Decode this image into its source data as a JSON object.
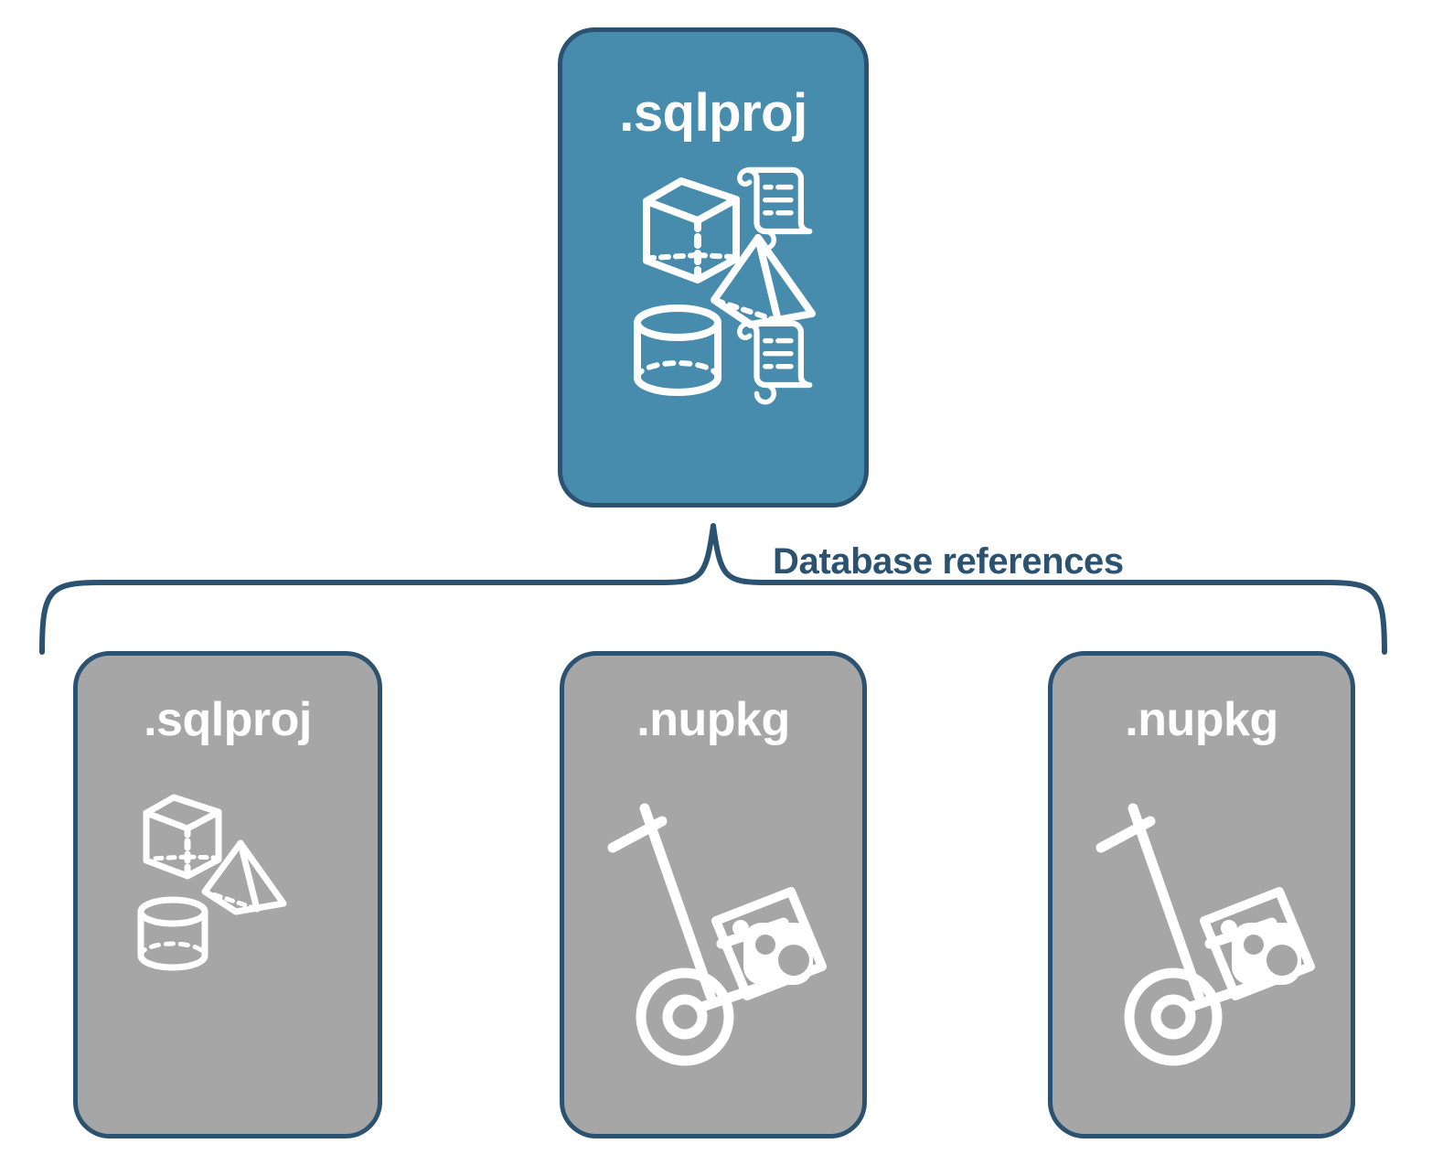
{
  "diagram": {
    "title_text": "Database references",
    "colors": {
      "blue_fill": "#488cad",
      "gray_fill": "#a6a6a6",
      "border": "#2b5270",
      "label_text": "#2b5270",
      "icon_stroke": "#ffffff",
      "background": "#ffffff"
    },
    "root": {
      "label": ".sqlproj",
      "fill": "blue",
      "icons": [
        "cube-icon",
        "scroll-icon",
        "pyramid-icon",
        "cylinder-icon",
        "scroll-icon"
      ]
    },
    "connector": {
      "type": "curly-brace",
      "label": "Database references",
      "direction": "down"
    },
    "children": [
      {
        "label": ".sqlproj",
        "fill": "gray",
        "icons": [
          "cube-icon",
          "pyramid-icon",
          "cylinder-icon"
        ]
      },
      {
        "label": ".nupkg",
        "fill": "gray",
        "icons": [
          "hand-truck-package-icon"
        ]
      },
      {
        "label": ".nupkg",
        "fill": "gray",
        "icons": [
          "hand-truck-package-icon"
        ]
      }
    ]
  }
}
